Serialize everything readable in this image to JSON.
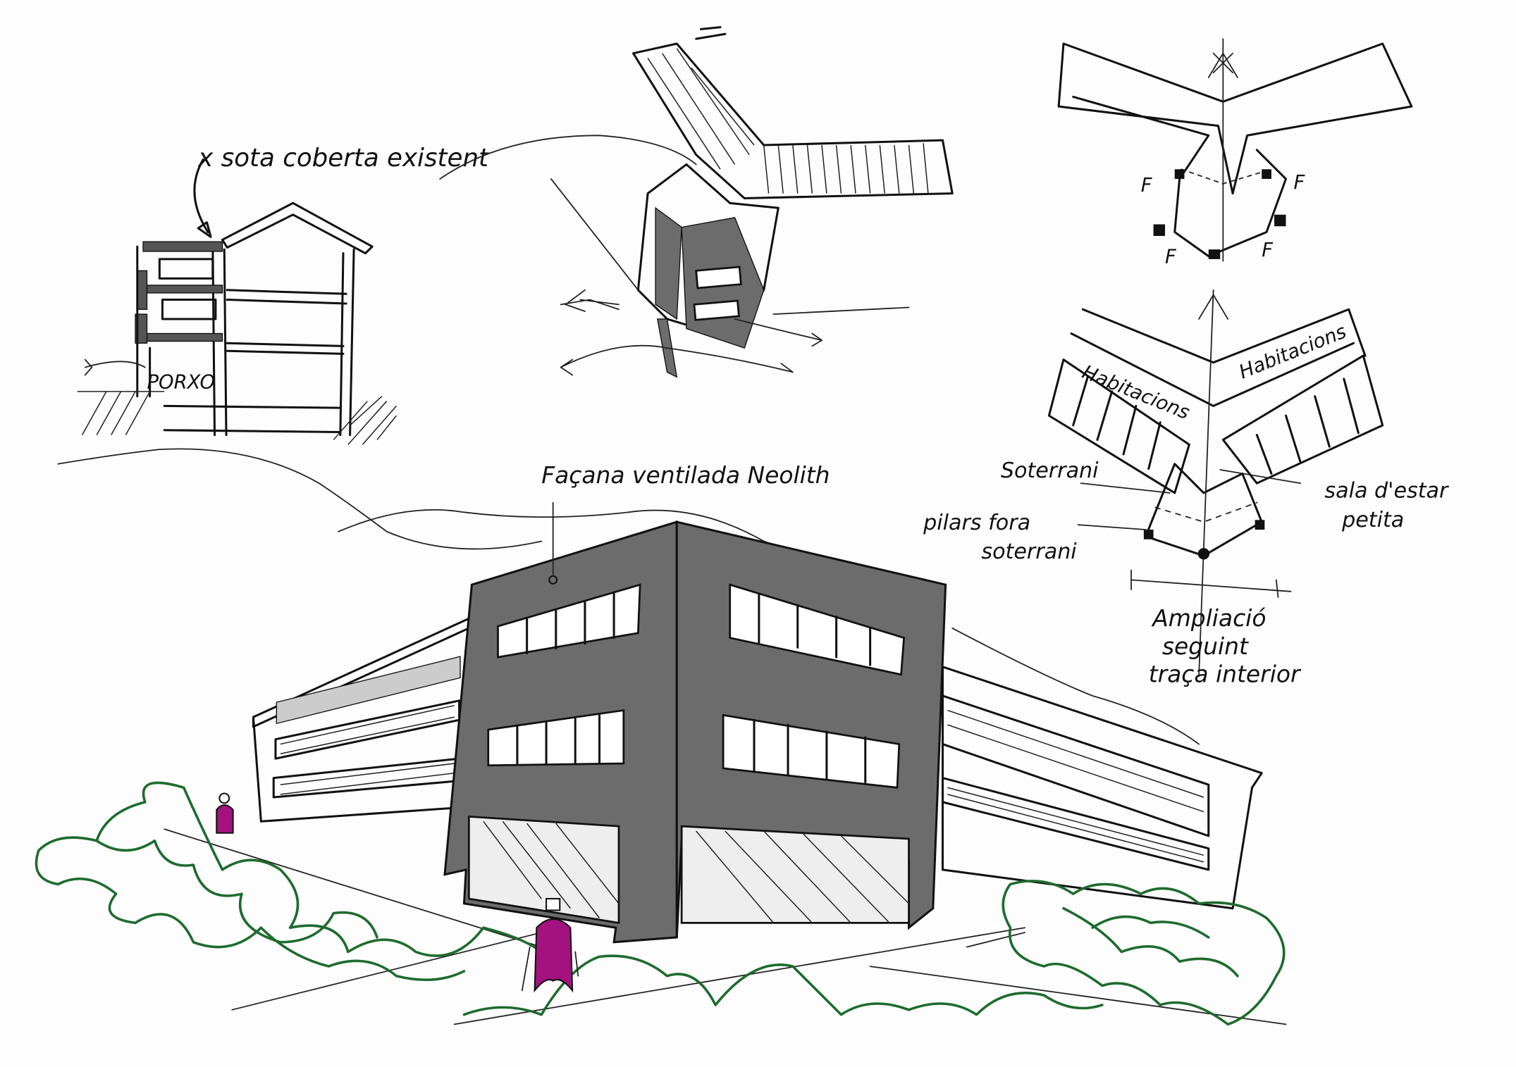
{
  "section_sketch": {
    "note": "x sota coberta existent",
    "porch_label": "PORXO"
  },
  "main_view": {
    "facade_note": "Façana ventilada Neolith"
  },
  "plan_top": {
    "pillar_labels": [
      "F",
      "F",
      "F",
      "F"
    ]
  },
  "plan_bottom": {
    "wing_left_label": "Habitacions",
    "wing_right_label": "Habitacions",
    "basement_label": "Soterrani",
    "living_label_1": "sala d'estar",
    "living_label_2": "petita",
    "pillars_label_1": "pilars fora",
    "pillars_label_2": "soterrani",
    "extension_label_1": "Ampliació",
    "extension_label_2": "seguint",
    "extension_label_3": "traça interior"
  },
  "colors": {
    "facade_gray": "#6b6c6b",
    "vegetation": "#1e6b2e",
    "person": "#a3127f"
  }
}
